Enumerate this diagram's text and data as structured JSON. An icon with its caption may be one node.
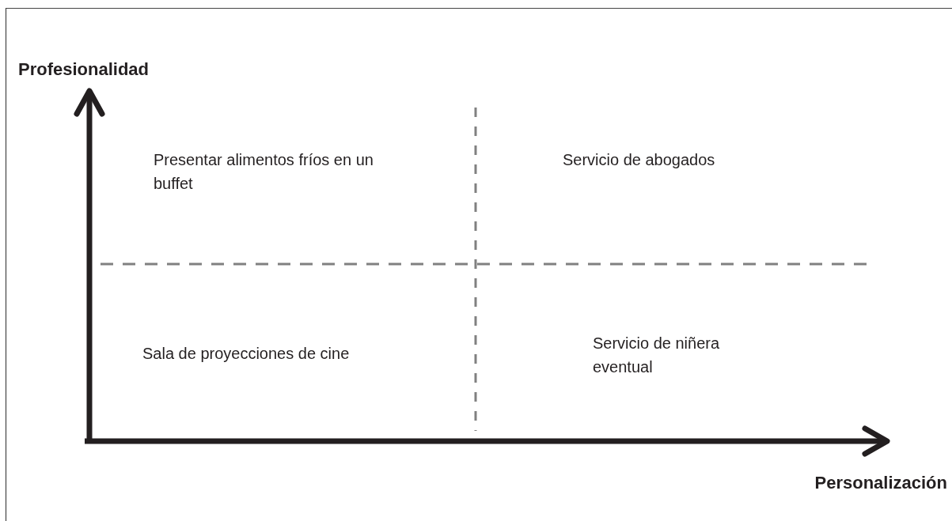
{
  "diagram": {
    "labels": [
      "Profesionalidad",
      "Presentar alimentos fríos en un buffet",
      "Servicio de abogados",
      "Sala de proyecciones de cine",
      "Servicio de niñera eventual",
      "Personalización"
    ]
  }
}
